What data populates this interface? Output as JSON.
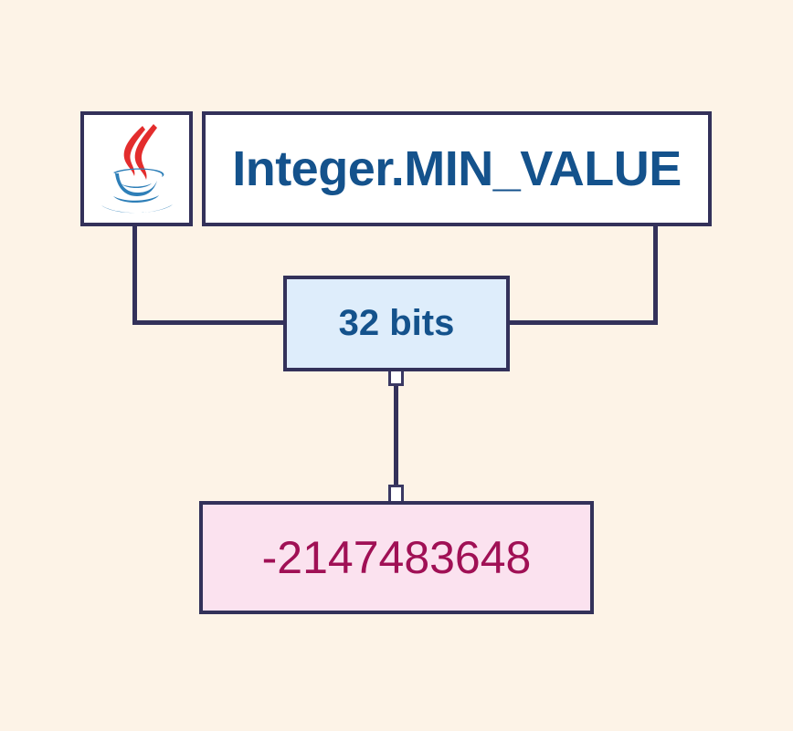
{
  "diagram": {
    "background_color": "#FDF3E7",
    "border_color": "#33315A",
    "nodes": {
      "java_icon": {
        "icon": "java-logo-icon",
        "fill_color": "#FFFFFF"
      },
      "title": {
        "label": "Integer.MIN_VALUE",
        "fill_color": "#FFFFFF",
        "text_color": "#14528C"
      },
      "bits": {
        "label": "32 bits",
        "fill_color": "#DEEDFB",
        "text_color": "#14528C"
      },
      "value": {
        "label": "-2147483648",
        "fill_color": "#FBE2EF",
        "text_color": "#A01055"
      }
    },
    "edges": [
      {
        "from": "java_icon",
        "to": "bits"
      },
      {
        "from": "title",
        "to": "bits"
      },
      {
        "from": "bits",
        "to": "value"
      }
    ]
  }
}
